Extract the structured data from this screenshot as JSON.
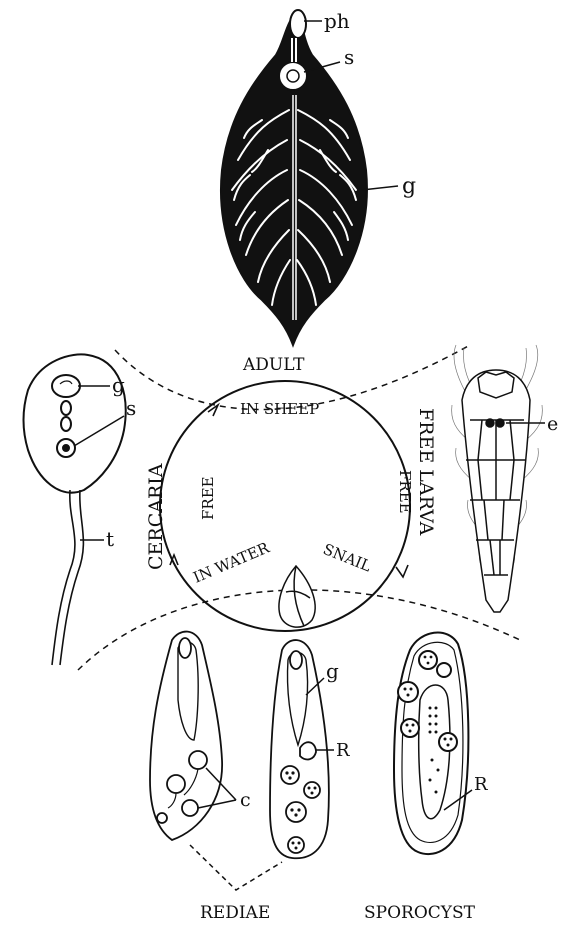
{
  "figure": {
    "stages": {
      "adult": "ADULT",
      "cercaria": "CERCARIA",
      "free_larva": "FREE LARVA",
      "rediae": "REDIAE",
      "sporocyst": "SPOROCYST"
    },
    "cycle": {
      "in_sheep": "IN SHEEP",
      "free_left": "FREE",
      "free_right": "FREE",
      "in_water": "IN WATER",
      "snail": "SNAIL"
    },
    "labels": {
      "ph": "ph",
      "s_adult": "s",
      "g_adult": "g",
      "g_cercaria": "g",
      "s_cercaria": "s",
      "t_cercaria": "t",
      "e_larva": "e",
      "c_redia": "c",
      "g_redia": "g",
      "r_redia": "R",
      "r_sporocyst": "R"
    }
  }
}
